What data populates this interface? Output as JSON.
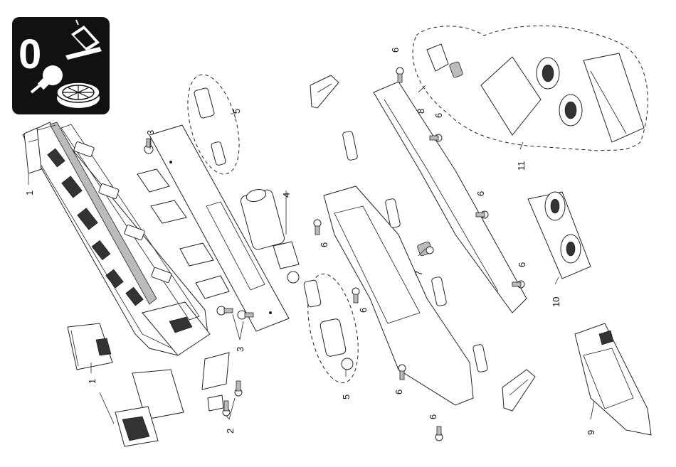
{
  "figure": {
    "icon_box": {
      "digit": "0",
      "icons": [
        "lamp-icon",
        "wheel-icon",
        "lubrication-icon"
      ],
      "background": "#111111"
    },
    "callouts": [
      {
        "id": "c1a",
        "text": "1"
      },
      {
        "id": "c1b",
        "text": "1"
      },
      {
        "id": "c2",
        "text": "2"
      },
      {
        "id": "c3a",
        "text": "3"
      },
      {
        "id": "c3b",
        "text": "3"
      },
      {
        "id": "c4",
        "text": "4"
      },
      {
        "id": "c5a",
        "text": "5"
      },
      {
        "id": "c5b",
        "text": "5"
      },
      {
        "id": "c6a",
        "text": "6"
      },
      {
        "id": "c6b",
        "text": "6"
      },
      {
        "id": "c6c",
        "text": "6"
      },
      {
        "id": "c6d",
        "text": "6"
      },
      {
        "id": "c6e",
        "text": "6"
      },
      {
        "id": "c6f",
        "text": "6"
      },
      {
        "id": "c6g",
        "text": "6"
      },
      {
        "id": "c6h",
        "text": "6"
      },
      {
        "id": "c7",
        "text": "7"
      },
      {
        "id": "c8",
        "text": "8"
      },
      {
        "id": "c9",
        "text": "9"
      },
      {
        "id": "c10",
        "text": "10"
      },
      {
        "id": "c11",
        "text": "11"
      }
    ]
  }
}
